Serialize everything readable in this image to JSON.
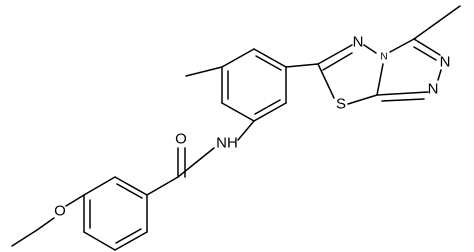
{
  "molecule": {
    "atoms": {
      "carbonyl_o": "O",
      "amide_n": "NH",
      "ether_o": "O",
      "thiadiazole_s": "S",
      "thiadiazole_n1": "N",
      "fused_n": "N",
      "triazole_n2": "N",
      "triazole_n3": "N"
    }
  }
}
